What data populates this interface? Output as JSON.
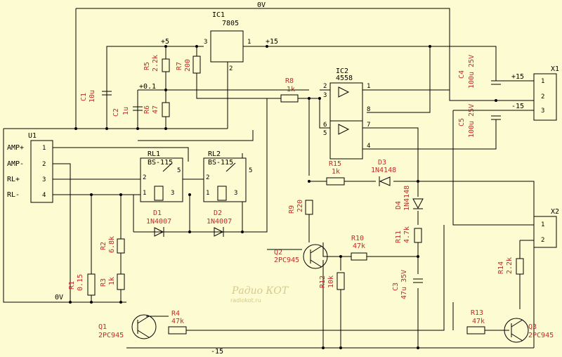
{
  "rails": {
    "gnd_top": "0V",
    "gnd_bottom": "0V",
    "vneg": "-15",
    "v5": "+5",
    "v15": "+15",
    "v01": "+0.1"
  },
  "ic1": {
    "ref": "IC1",
    "part": "7805",
    "pin1": "1",
    "pin2": "2",
    "pin3": "3"
  },
  "ic2": {
    "ref": "IC2",
    "part": "4558",
    "pins": [
      "1",
      "2",
      "3",
      "4",
      "5",
      "6",
      "7",
      "8"
    ]
  },
  "u1": {
    "ref": "U1",
    "labels": [
      "AMP+",
      "AMP-",
      "RL+",
      "RL-"
    ],
    "pins": [
      "1",
      "2",
      "3",
      "4"
    ]
  },
  "x1": {
    "ref": "X1",
    "labels": [
      "+15",
      "-15"
    ],
    "pins": [
      "1",
      "2",
      "3"
    ]
  },
  "x2": {
    "ref": "X2",
    "pins": [
      "1",
      "2"
    ]
  },
  "relays": [
    {
      "ref": "RL1",
      "part": "BS-115",
      "pins": [
        "2",
        "5",
        "1",
        "3"
      ]
    },
    {
      "ref": "RL2",
      "part": "BS-115",
      "pins": [
        "2",
        "5",
        "1",
        "3"
      ]
    }
  ],
  "diodes": [
    {
      "ref": "D1",
      "part": "1N4007"
    },
    {
      "ref": "D2",
      "part": "1N4007"
    },
    {
      "ref": "D3",
      "part": "1N4148"
    },
    {
      "ref": "D4",
      "part": "1N4148"
    }
  ],
  "resistors": [
    {
      "ref": "R1",
      "value": "0.15"
    },
    {
      "ref": "R2",
      "value": "6.8k"
    },
    {
      "ref": "R3",
      "value": "1k"
    },
    {
      "ref": "R4",
      "value": "47k"
    },
    {
      "ref": "R5",
      "value": "2.2k"
    },
    {
      "ref": "R6",
      "value": "47"
    },
    {
      "ref": "R7",
      "value": "200"
    },
    {
      "ref": "R8",
      "value": "1k"
    },
    {
      "ref": "R9",
      "value": "220"
    },
    {
      "ref": "R10",
      "value": "47k"
    },
    {
      "ref": "R11",
      "value": "4.7k"
    },
    {
      "ref": "R12",
      "value": "10k"
    },
    {
      "ref": "R13",
      "value": "47k"
    },
    {
      "ref": "R14",
      "value": "2.2k"
    },
    {
      "ref": "R15",
      "value": "1k"
    }
  ],
  "capacitors": [
    {
      "ref": "C1",
      "value": "10u"
    },
    {
      "ref": "C2",
      "value": "1u"
    },
    {
      "ref": "C3",
      "value": "47u 35V"
    },
    {
      "ref": "C4",
      "value": "100u 25V"
    },
    {
      "ref": "C5",
      "value": "100u 25V"
    }
  ],
  "transistors": [
    {
      "ref": "Q1",
      "part": "2PC945"
    },
    {
      "ref": "Q2",
      "part": "2PC945"
    },
    {
      "ref": "Q3",
      "part": "2PC945"
    }
  ],
  "watermark": {
    "logo": "Радио КОТ",
    "url": "radiokot.ru"
  }
}
